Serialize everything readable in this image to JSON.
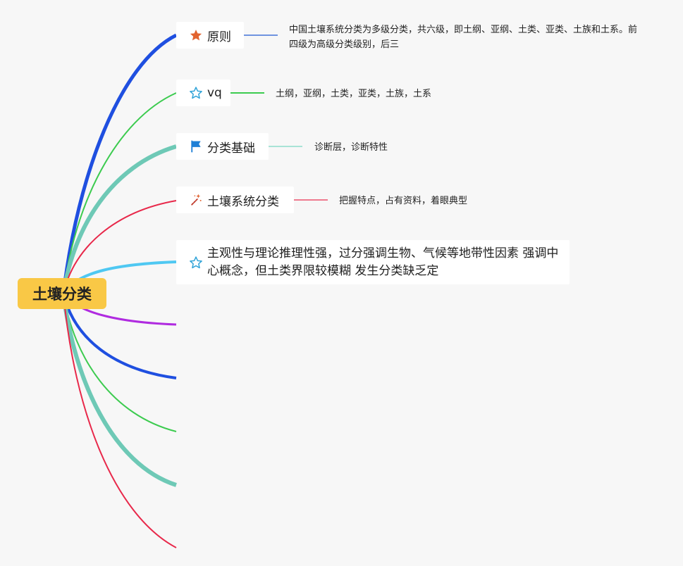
{
  "root": {
    "label": "土壤分类"
  },
  "nodes": [
    {
      "label": "原则",
      "icon": "star-filled-icon",
      "note": "中国土壤系统分类为多级分类，共六级，即土纲、亚纲、土类、亚类、土族和土系。前四级为高级分类级别，后三"
    },
    {
      "label": "vq",
      "icon": "star-outline-icon",
      "note": "土纲，亚纲，土类，亚类，土族，土系"
    },
    {
      "label": "分类基础",
      "icon": "flag-icon",
      "note": "诊断层，诊断特性"
    },
    {
      "label": "土壤系统分类",
      "icon": "magic-wand-icon",
      "note": "把握特点，占有资料，着眼典型"
    },
    {
      "label": "主观性与理论推理性强，过分强调生物、气候等地带性因素 强调中心概念，但土类界限较模糊 发生分类缺乏定",
      "icon": "star-outline-icon"
    }
  ],
  "colors": {
    "branch_blue": "#1f4fe0",
    "branch_green": "#3ccb4f",
    "branch_teal": "#6ec9b6",
    "branch_red": "#e8284a",
    "branch_sky": "#4fc8f2",
    "branch_purple": "#b02be0",
    "root_fill": "#f9c846",
    "star_filled": "#e2632f",
    "star_outline": "#2fa3d8",
    "flag": "#1e7fd6"
  }
}
